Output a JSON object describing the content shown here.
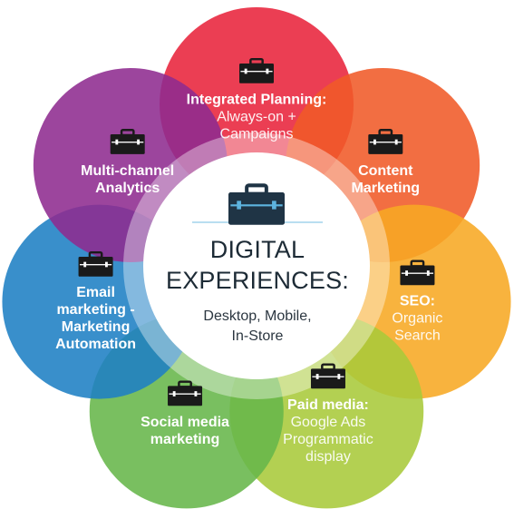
{
  "center": {
    "title_line1": "DIGITAL",
    "title_line2": "EXPERIENCES:",
    "subtitle_line1": "Desktop, Mobile,",
    "subtitle_line2": "In-Store",
    "icon": "briefcase-icon",
    "text_color": "#1d2b36",
    "icon_colors": {
      "dark": "#1f3445",
      "accent": "#5db3de"
    }
  },
  "petals": [
    {
      "id": "integrated-planning",
      "color": "#e8233b",
      "icon": "briefcase-icon",
      "lines": [
        {
          "text": "Integrated Planning:",
          "bold": true
        },
        {
          "text": "Always-on +",
          "bold": false
        },
        {
          "text": "Campaigns",
          "bold": false
        }
      ]
    },
    {
      "id": "content-marketing",
      "color": "#f05a28",
      "icon": "briefcase-icon",
      "lines": [
        {
          "text": "Content",
          "bold": true
        },
        {
          "text": "Marketing",
          "bold": true
        }
      ]
    },
    {
      "id": "seo",
      "color": "#f7a823",
      "icon": "briefcase-icon",
      "lines": [
        {
          "text": "SEO:",
          "bold": true
        },
        {
          "text": "Organic",
          "bold": false
        },
        {
          "text": "Search",
          "bold": false
        }
      ]
    },
    {
      "id": "paid-media",
      "color": "#a9c93a",
      "icon": "briefcase-icon",
      "lines": [
        {
          "text": "Paid media:",
          "bold": true
        },
        {
          "text": "Google Ads",
          "bold": false
        },
        {
          "text": "Programmatic",
          "bold": false
        },
        {
          "text": "display",
          "bold": false
        }
      ]
    },
    {
      "id": "social-media-marketing",
      "color": "#67b64a",
      "icon": "briefcase-icon",
      "lines": [
        {
          "text": "Social media",
          "bold": true
        },
        {
          "text": "marketing",
          "bold": true
        }
      ]
    },
    {
      "id": "email-marketing",
      "color": "#1e80c4",
      "icon": "briefcase-icon",
      "lines": [
        {
          "text": "Email",
          "bold": true
        },
        {
          "text": "marketing -",
          "bold": true
        },
        {
          "text": "Marketing",
          "bold": true
        },
        {
          "text": "Automation",
          "bold": true
        }
      ]
    },
    {
      "id": "multi-channel-analytics",
      "color": "#8e2b8f",
      "icon": "briefcase-icon",
      "lines": [
        {
          "text": "Multi-channel",
          "bold": true
        },
        {
          "text": "Analytics",
          "bold": true
        }
      ]
    }
  ]
}
